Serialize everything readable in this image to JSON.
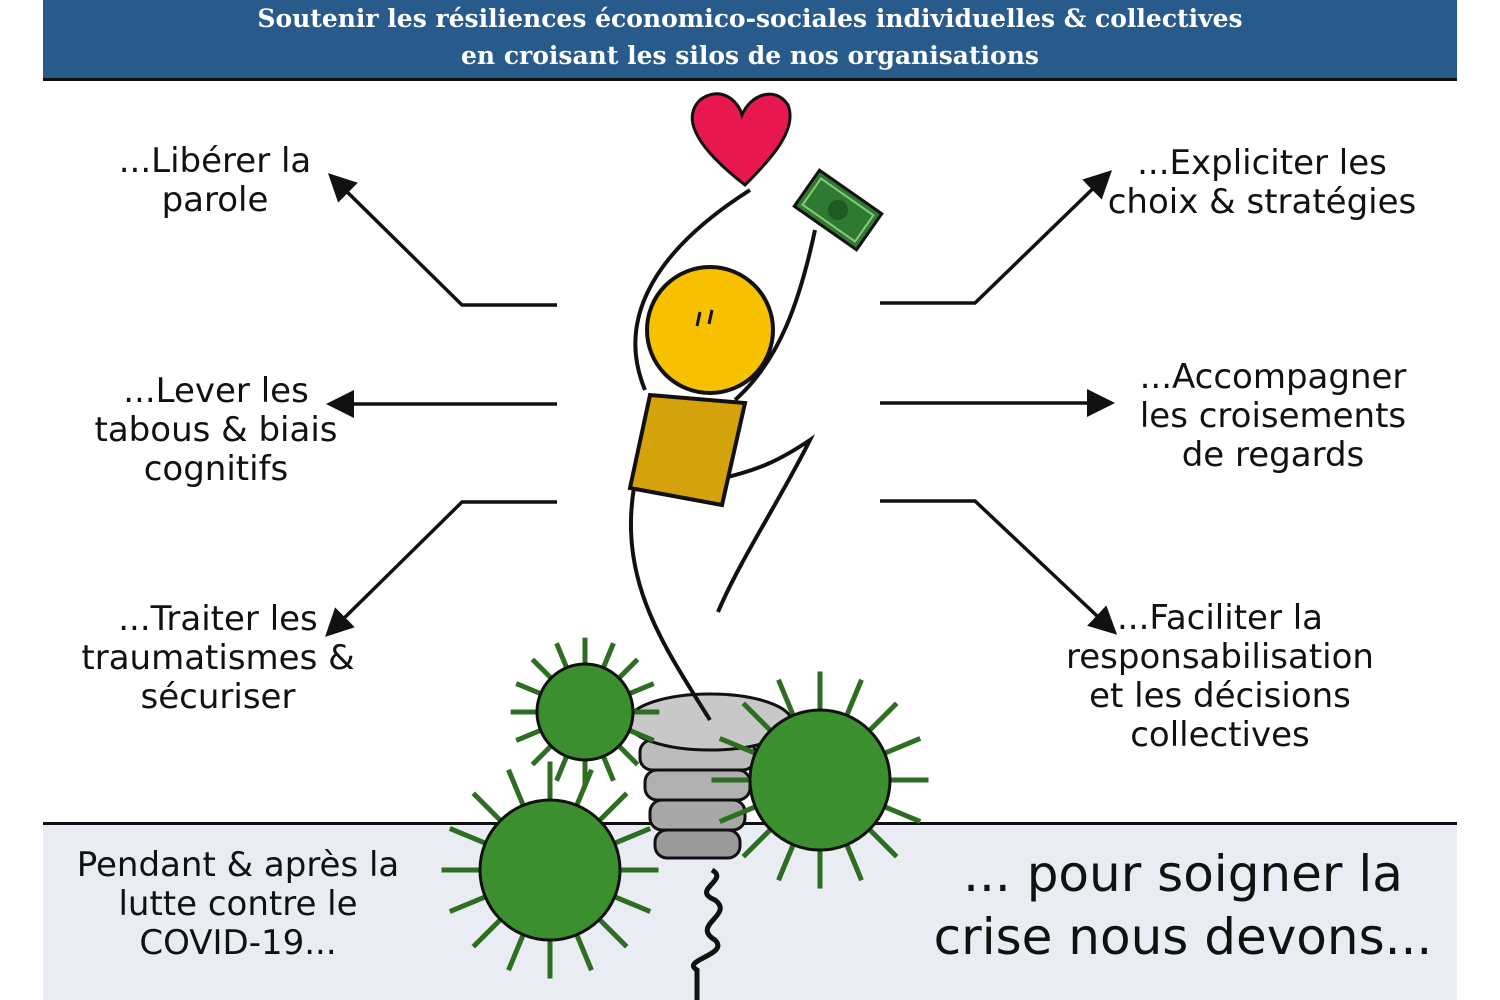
{
  "header": {
    "line1": "Soutenir les résiliences économico-sociales individuelles & collectives",
    "line2": "en croisant les silos de nos organisations"
  },
  "left_items": [
    {
      "lines": [
        "...Libérer la",
        "parole"
      ]
    },
    {
      "lines": [
        "...Lever les",
        "tabous & biais",
        "cognitifs"
      ]
    },
    {
      "lines": [
        "...Traiter les",
        "traumatismes &",
        "sécuriser"
      ]
    }
  ],
  "right_items": [
    {
      "lines": [
        "...Expliciter les",
        "choix & stratégies"
      ]
    },
    {
      "lines": [
        "...Accompagner",
        "les croisements",
        "de regards"
      ]
    },
    {
      "lines": [
        "...Faciliter la",
        "responsabilisation",
        "et les décisions",
        "collectives"
      ]
    }
  ],
  "footer": {
    "left_lines": [
      "Pendant & après la",
      "lutte contre le",
      "COVID-19..."
    ],
    "right_lines": [
      "... pour soigner la",
      "crise nous devons..."
    ]
  },
  "colors": {
    "header": "#285a8c",
    "footer": "#e9edf3",
    "head": "#f8c100",
    "body": "#d4a20a",
    "heart": "#e8174f",
    "virus": "#3c8f2e",
    "money": "#2f7a32"
  }
}
